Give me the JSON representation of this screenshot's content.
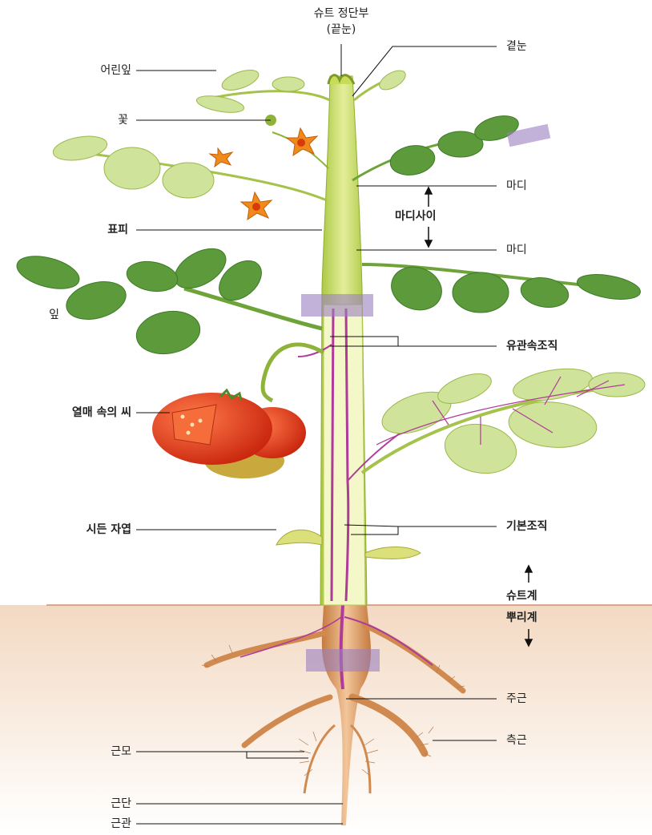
{
  "labels": {
    "shoot_apex": "슈트 정단부",
    "shoot_apex_sub": "(끝눈)",
    "axillary_bud": "곁눈",
    "young_leaf": "어린잎",
    "flower": "꽃",
    "node_upper": "마디",
    "internode": "마디사이",
    "node_lower": "마디",
    "epidermis": "표피",
    "leaf": "잎",
    "vascular_tissue": "유관속조직",
    "seed_in_fruit": "열매 속의 씨",
    "ground_tissue": "기본조직",
    "withered_cotyledon": "시든 자엽",
    "shoot_system": "슈트계",
    "root_system": "뿌리계",
    "taproot": "주근",
    "lateral_root": "측근",
    "root_hair": "근모",
    "root_tip": "근단",
    "root_cap": "근관"
  },
  "colors": {
    "stem": "#c8dc5a",
    "stem_light": "#eef3b0",
    "leaf": "#5c9a3c",
    "leaf_dark": "#3d7a26",
    "young_leaf": "#cfe39a",
    "vascular": "#b03a9a",
    "highlight_box": "#9a7fc0",
    "tomato": "#e23a1c",
    "flower": "#f08a1c",
    "root": "#d9925a",
    "soil": "#f6e3d0",
    "ground_line": "#c0603a"
  }
}
